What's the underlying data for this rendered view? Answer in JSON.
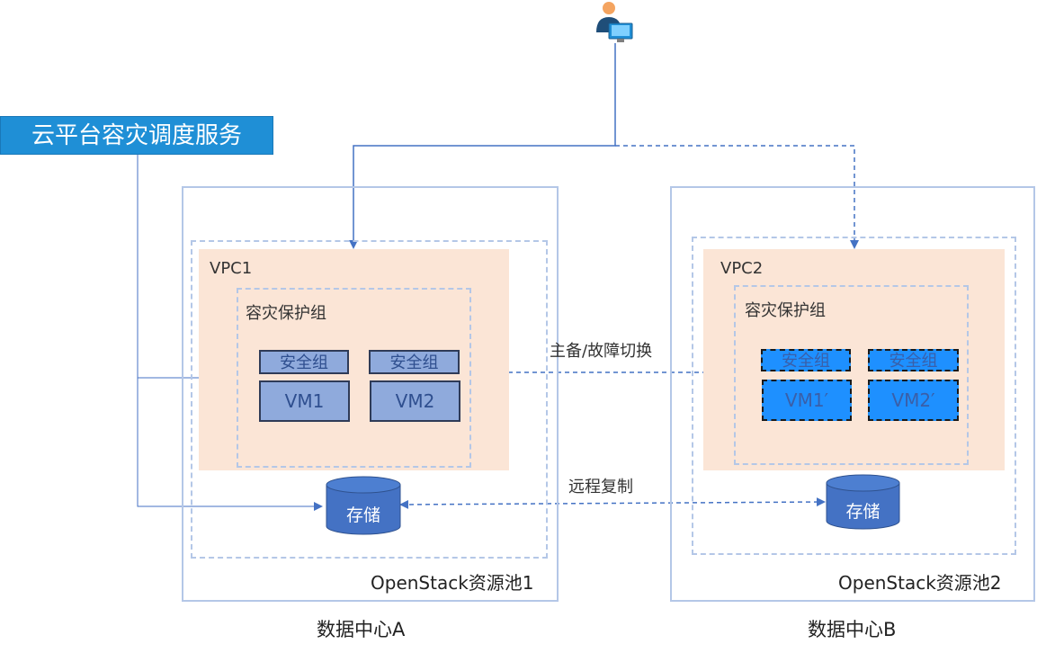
{
  "service": {
    "title": "云平台容灾调度服务"
  },
  "datacenters": [
    {
      "name": "数据中心A",
      "pool": "OpenStack资源池1",
      "vpc": "VPC1",
      "group": "容灾保护组",
      "security_groups": [
        "安全组",
        "安全组"
      ],
      "vms": [
        "VM1",
        "VM2"
      ],
      "storage": "存储"
    },
    {
      "name": "数据中心B",
      "pool": "OpenStack资源池2",
      "vpc": "VPC2",
      "group": "容灾保护组",
      "security_groups": [
        "安全组",
        "安全组"
      ],
      "vms": [
        "VM1′",
        "VM2′"
      ],
      "storage": "存储"
    }
  ],
  "links": {
    "failover": "主备/故障切换",
    "replication": "远程复制"
  },
  "icons": {
    "user": "user-computer-icon",
    "storage": "database-cylinder-icon"
  },
  "colors": {
    "service": "#1f8fd6",
    "line": "#4472c4",
    "border": "#b4c7e7",
    "vpc": "#fbe5d6",
    "vm_primary": "#8faadc",
    "vm_backup": "#1e90ff",
    "storage": "#4472c4"
  }
}
